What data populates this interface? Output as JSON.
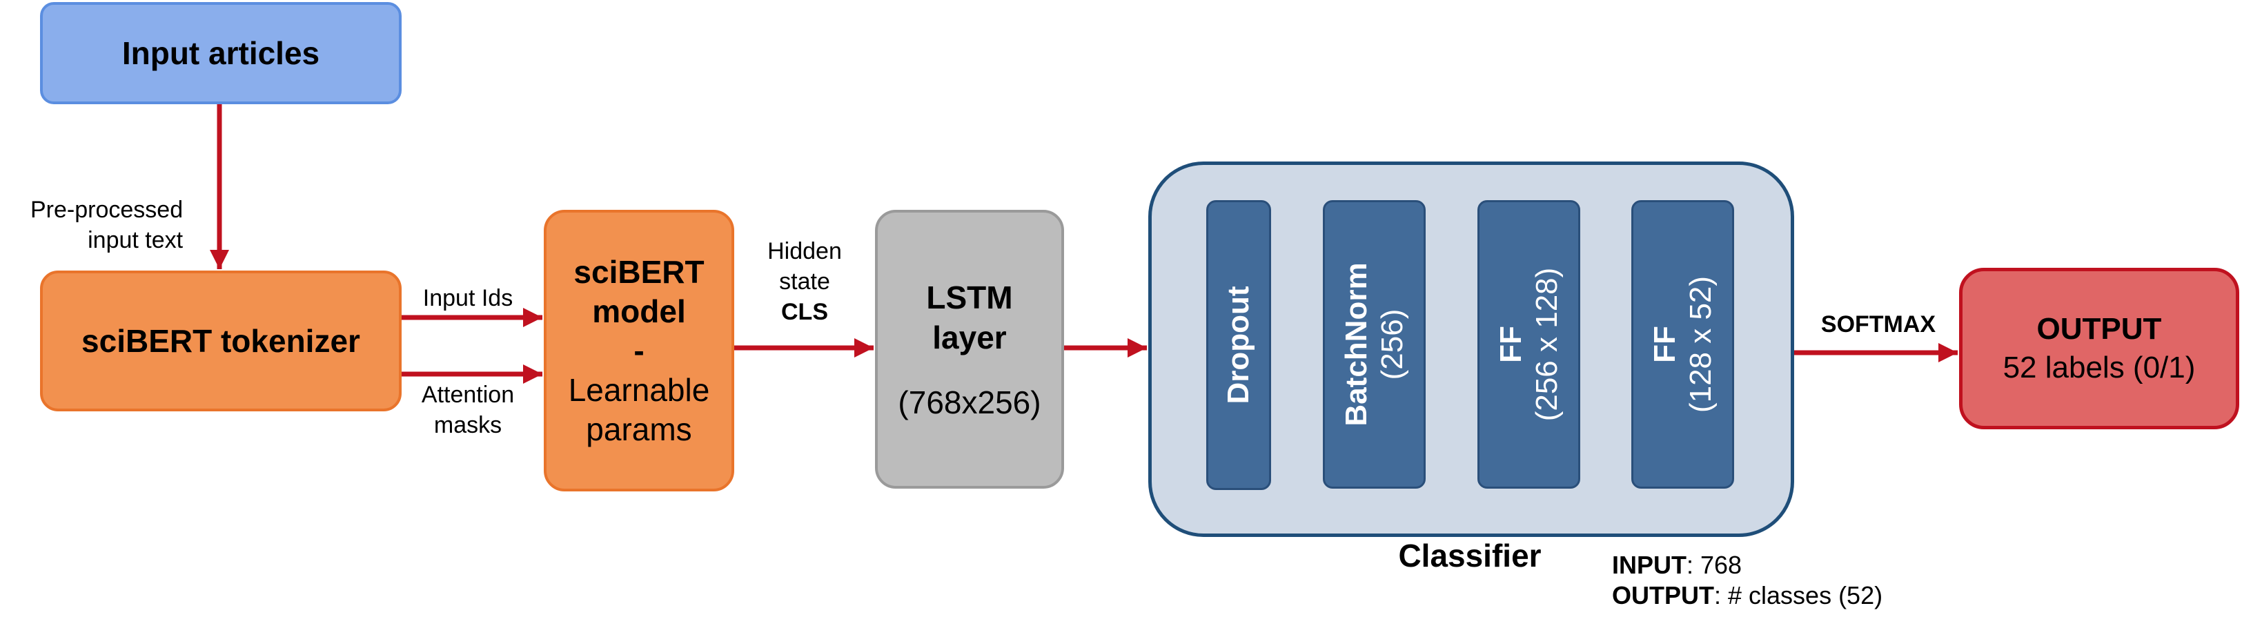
{
  "nodes": {
    "input_articles": "Input articles",
    "tokenizer": "sciBERT tokenizer",
    "bert": {
      "line1": "sciBERT",
      "line2": "model",
      "line3": "-",
      "line4": "Learnable",
      "line5": "params"
    },
    "lstm": {
      "line1": "LSTM",
      "line2": "layer",
      "dims": "(768x256)"
    },
    "classifier": {
      "title": "Classifier",
      "layers": [
        {
          "name": "Dropout",
          "dims": ""
        },
        {
          "name": "BatchNorm",
          "dims": "(256)"
        },
        {
          "name": "FF",
          "dims": "(256 x 128)"
        },
        {
          "name": "FF",
          "dims": "(128 x 52)"
        }
      ],
      "input_key": "INPUT",
      "input_value": ": 768",
      "output_key": "OUTPUT",
      "output_value": ": # classes (52)"
    },
    "output": {
      "title": "OUTPUT",
      "subtitle": "52 labels (0/1)"
    }
  },
  "edge_labels": {
    "preprocessed_line1": "Pre-processed",
    "preprocessed_line2": "input text",
    "input_ids": "Input Ids",
    "attention_line1": "Attention",
    "attention_line2": "masks",
    "hidden_line1": "Hidden",
    "hidden_line2": "state",
    "hidden_line3": "CLS",
    "softmax": "SOFTMAX"
  },
  "colors": {
    "arrow_red": "#c0111f",
    "arrow_blue": "#1f4e79",
    "input_fill": "#8aaeec",
    "orange_fill": "#f2914f",
    "lstm_fill": "#bcbcbc",
    "classifier_fill": "#cfd9e6",
    "layer_fill": "#426b99",
    "output_fill": "#e06666"
  }
}
